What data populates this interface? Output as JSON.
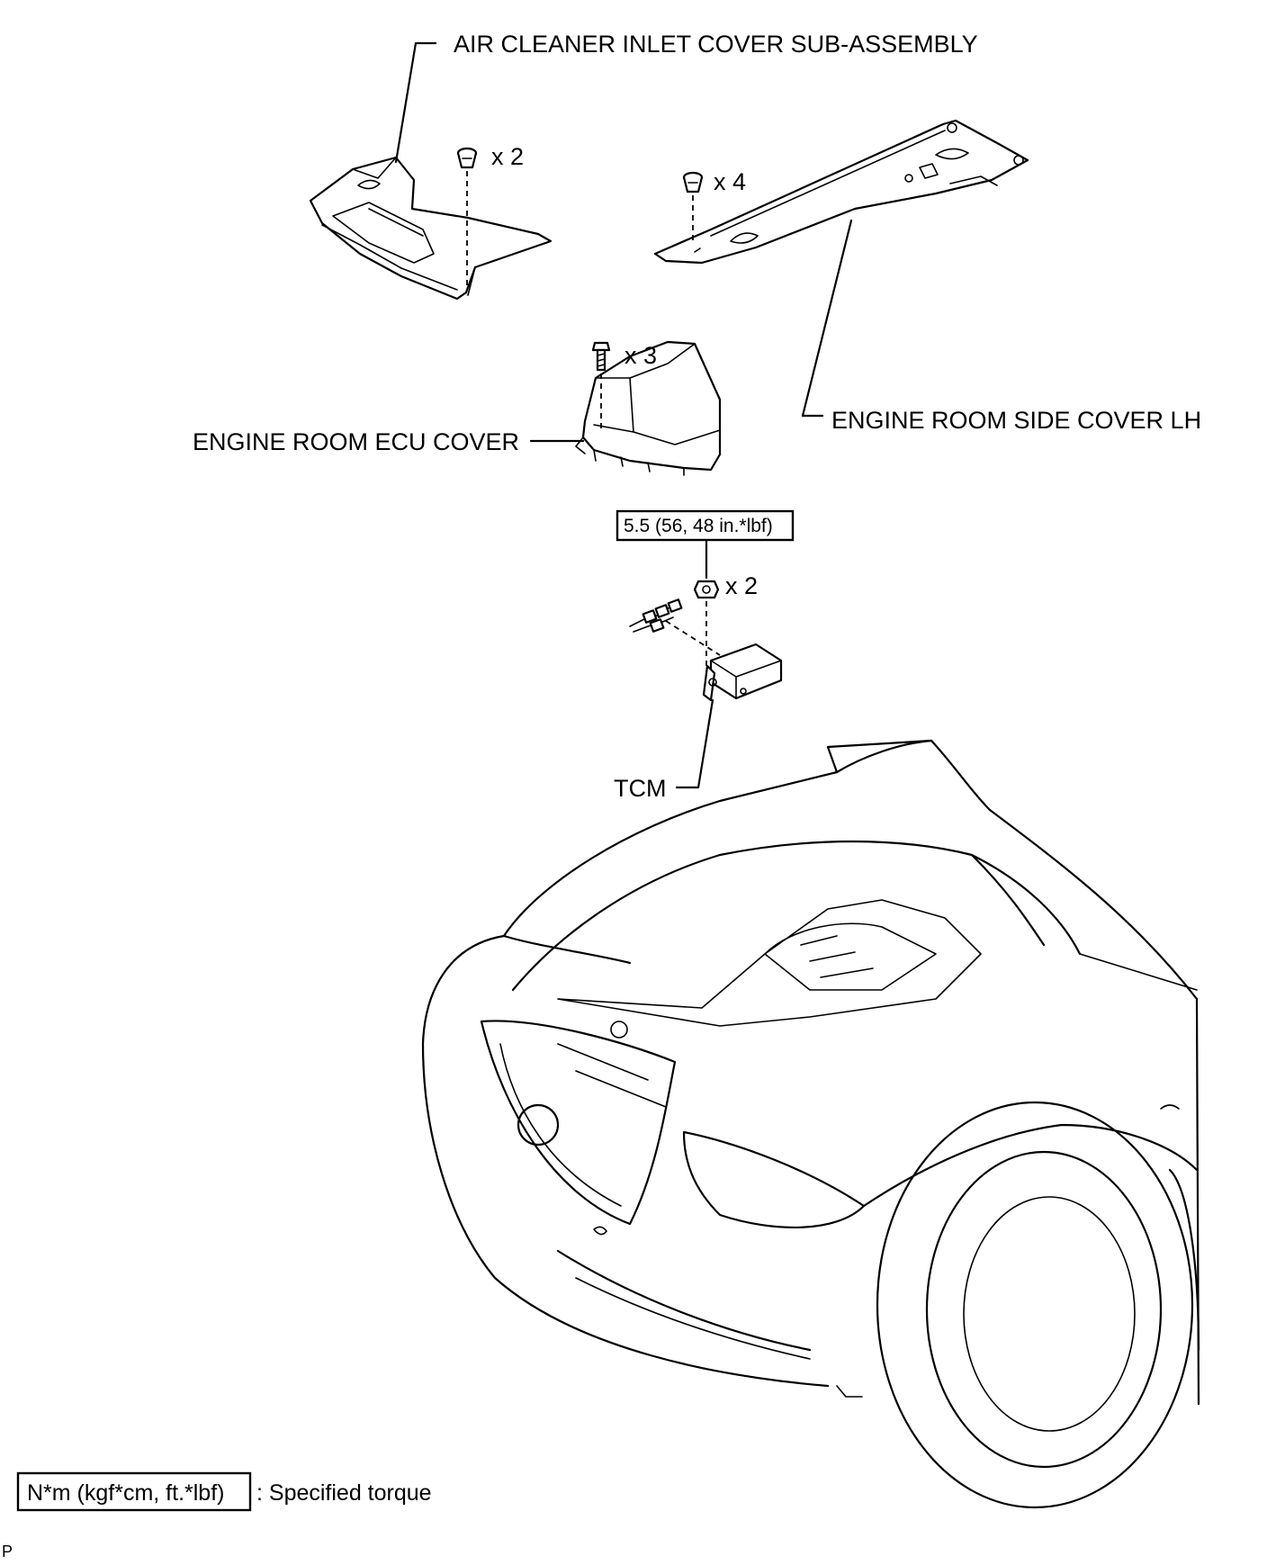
{
  "labels": {
    "air_cleaner": "AIR CLEANER INLET COVER SUB-ASSEMBLY",
    "side_cover": "ENGINE ROOM SIDE COVER LH",
    "ecu_cover": "ENGINE ROOM ECU COVER",
    "tcm": "TCM"
  },
  "quantities": {
    "air_cleaner_clips": "x 2",
    "side_cover_clips": "x 4",
    "ecu_cover_bolts": "x 3",
    "tcm_nuts": "x 2"
  },
  "torque": {
    "tcm_nut_value": "5.5 (56, 48 in.*lbf)"
  },
  "legend": {
    "unit_box": "N*m (kgf*cm, ft.*lbf)",
    "description": ": Specified torque"
  },
  "corner_mark": "P"
}
